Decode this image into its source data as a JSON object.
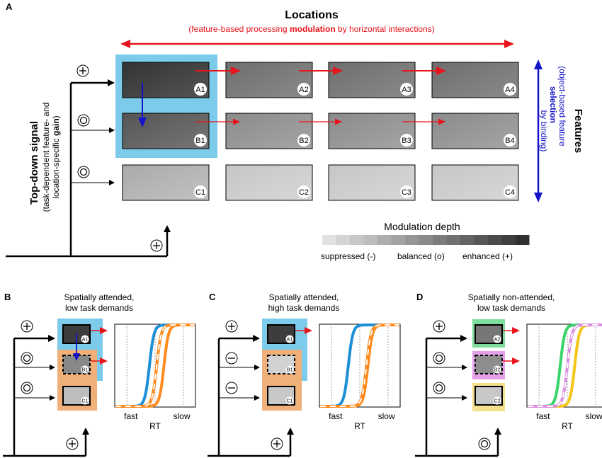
{
  "panel_a": {
    "letter": "A",
    "locations_title": "Locations",
    "locations_sub_pre": "(feature-based processing ",
    "locations_sub_bold": "modulation",
    "locations_sub_post": " by horizontal interactions)",
    "features_title": "Features",
    "features_sub_1": "(object-based feature",
    "features_sub_2_bold": "selection",
    "features_sub_3": "by binding)",
    "topdown_title": "Top-down signal",
    "topdown_sub_1": "(task-dependent feature- and",
    "topdown_sub_2_pre": "location-specific ",
    "topdown_sub_2_bold": "gain",
    "topdown_sub_2_post": ")",
    "cells": [
      "A1",
      "A2",
      "A3",
      "A4",
      "B1",
      "B2",
      "B3",
      "B4",
      "C1",
      "C2",
      "C3",
      "C4"
    ],
    "cell_fills": [
      "#3d3d3d",
      "#777777",
      "#777777",
      "#777777",
      "#5e5e5e",
      "#939393",
      "#939393",
      "#939393",
      "#b4b4b4",
      "#cdcdcd",
      "#cdcdcd",
      "#cdcdcd"
    ],
    "row_signs": [
      "+",
      "o",
      "o"
    ],
    "bottom_sign": "+",
    "legend_title": "Modulation depth",
    "legend_labels": [
      "suppressed (-)",
      "balanced (o)",
      "enhanced (+)"
    ],
    "colors": {
      "horizontal": "#e8141b",
      "vertical": "#1212c8",
      "attended_bg": "#7ccbea"
    }
  },
  "panel_b": {
    "letter": "B",
    "title_1": "Spatially attended,",
    "title_2": "low task demands",
    "cells": [
      "A1",
      "B1",
      "C1"
    ],
    "signs": [
      "+",
      "o",
      "o",
      "+"
    ],
    "x_ticks": [
      "fast",
      "RT",
      "slow"
    ]
  },
  "panel_c": {
    "letter": "C",
    "title_1": "Spatially attended,",
    "title_2": "high task demands",
    "cells": [
      "A1",
      "B1",
      "C1"
    ],
    "signs": [
      "+",
      "−",
      "−",
      "+"
    ],
    "x_ticks": [
      "fast",
      "RT",
      "slow"
    ]
  },
  "panel_d": {
    "letter": "D",
    "title_1": "Spatially non-attended,",
    "title_2": "low task demands",
    "cells": [
      "A2",
      "B2",
      "C2"
    ],
    "signs": [
      "+",
      "o",
      "o",
      "o"
    ],
    "x_ticks": [
      "fast",
      "RT",
      "slow"
    ]
  }
}
